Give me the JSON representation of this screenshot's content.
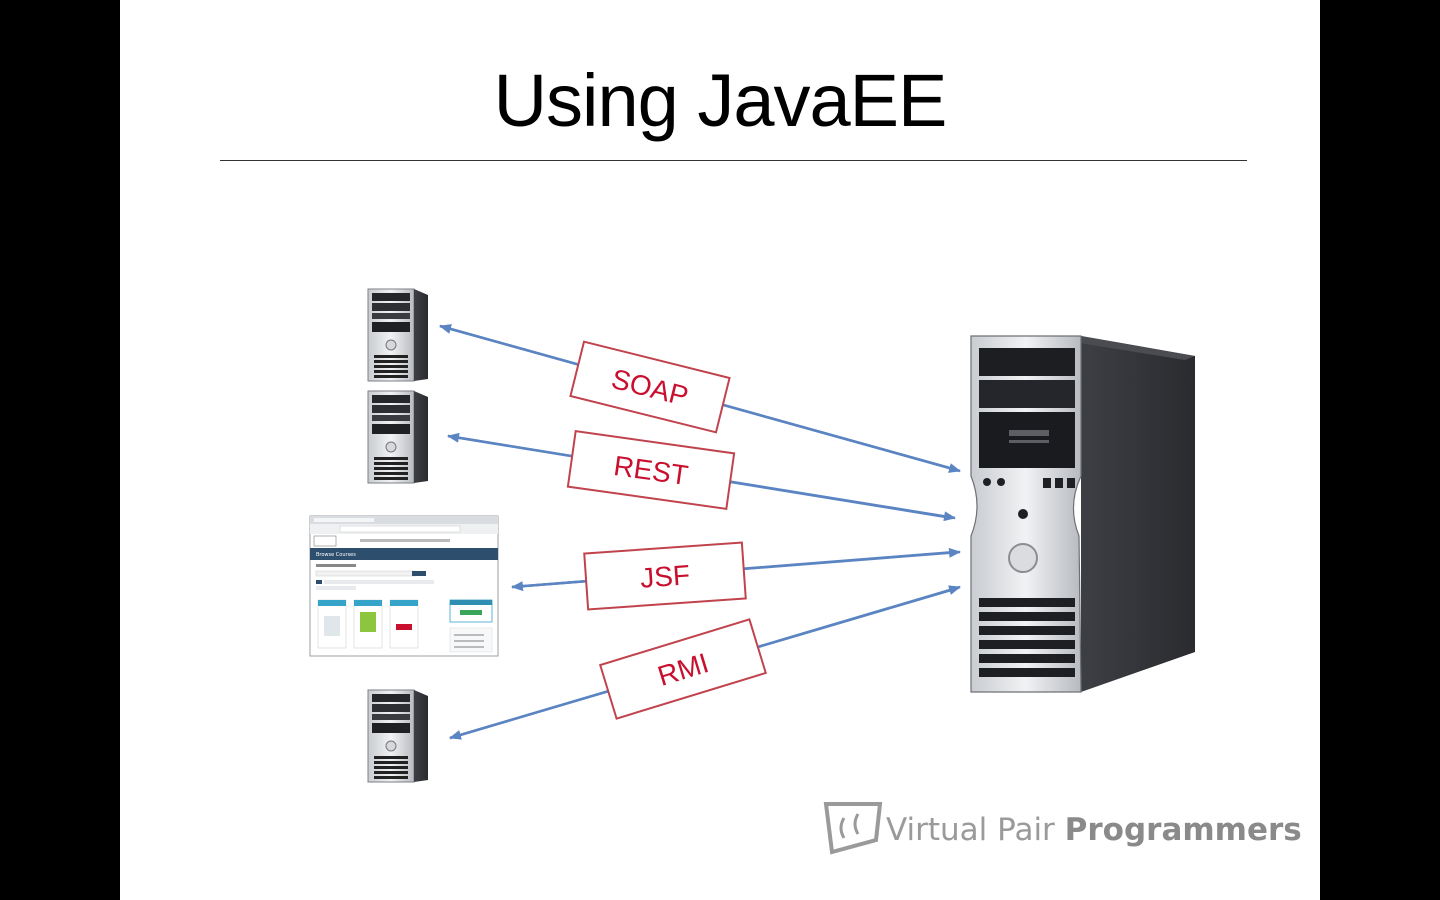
{
  "slide": {
    "title": "Using JavaEE"
  },
  "protocols": [
    {
      "label": "SOAP"
    },
    {
      "label": "REST"
    },
    {
      "label": "JSF"
    },
    {
      "label": "RMI"
    }
  ],
  "browser_window": {
    "header_text": "Browse Courses"
  },
  "logo": {
    "text_light": "Virtual Pair ",
    "text_bold": "Programmers"
  },
  "colors": {
    "arrow": "#5b84c2",
    "label_border": "#c0434d",
    "label_text": "#c8102e",
    "browser_header": "#2e4e6e",
    "logo_gray": "#9a9a9a"
  }
}
